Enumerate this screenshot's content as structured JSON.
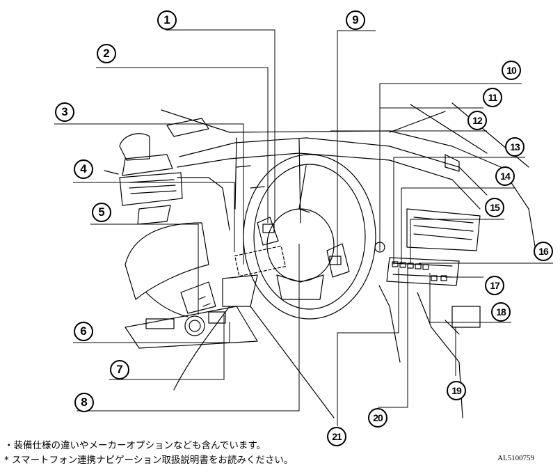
{
  "callouts": [
    {
      "id": "1",
      "label": "1"
    },
    {
      "id": "2",
      "label": "2"
    },
    {
      "id": "3",
      "label": "3"
    },
    {
      "id": "4",
      "label": "4"
    },
    {
      "id": "5",
      "label": "5"
    },
    {
      "id": "6",
      "label": "6"
    },
    {
      "id": "7",
      "label": "7"
    },
    {
      "id": "8",
      "label": "8"
    },
    {
      "id": "9",
      "label": "9"
    },
    {
      "id": "10",
      "label": "10"
    },
    {
      "id": "11",
      "label": "11"
    },
    {
      "id": "12",
      "label": "12"
    },
    {
      "id": "13",
      "label": "13"
    },
    {
      "id": "14",
      "label": "14"
    },
    {
      "id": "15",
      "label": "15"
    },
    {
      "id": "16",
      "label": "16"
    },
    {
      "id": "17",
      "label": "17"
    },
    {
      "id": "18",
      "label": "18"
    },
    {
      "id": "19",
      "label": "19"
    },
    {
      "id": "20",
      "label": "20"
    },
    {
      "id": "21",
      "label": "21"
    }
  ],
  "notes": {
    "line1": "・装備仕様の違いやメーカーオプションなども含んでいます。",
    "line2": "* スマートフォン連携ナビゲーション取扱説明書をお読みください。"
  },
  "figure_code": "AL5100759"
}
